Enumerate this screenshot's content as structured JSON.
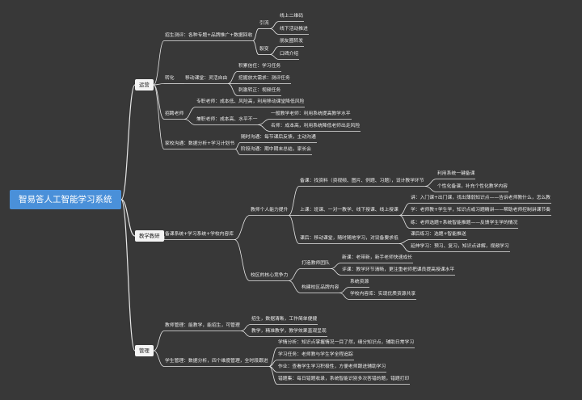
{
  "root": {
    "text": "智易答人工智能学习系统",
    "children": [
      {
        "text": "运营",
        "children": [
          {
            "text": "招生测评：各种专题+品牌推广+数据回收",
            "children": [
              {
                "text": "引流",
                "children": [
                  {
                    "text": "线上二维码"
                  },
                  {
                    "text": "线下活动推进"
                  }
                ]
              },
              {
                "text": "裂变",
                "children": [
                  {
                    "text": "朋友圈转发"
                  },
                  {
                    "text": "口碑介绍"
                  }
                ]
              }
            ]
          },
          {
            "text": "转化",
            "children": [
              {
                "text": "移动课堂：灵活自由",
                "children": [
                  {
                    "text": "积累信任：学习任务"
                  },
                  {
                    "text": "挖掘放大需求：测评任务"
                  },
                  {
                    "text": "刺激转正：视频任务"
                  }
                ]
              }
            ]
          },
          {
            "text": "招聘老师",
            "children": [
              {
                "text": "专职老师：成本低、风险高，利用移动课堂降低风险"
              },
              {
                "text": "兼职老师：成本高、水平不一",
                "children": [
                  {
                    "text": "一般教学老师：利用系统提高教学水平"
                  },
                  {
                    "text": "名师：成本高，利用系统降低老师出走风险"
                  }
                ]
              }
            ]
          },
          {
            "text": "家校沟通：数据分析+学习计划书",
            "children": [
              {
                "text": "随时沟通：每节课后反馈，主动沟通"
              },
              {
                "text": "阶段沟通：期中期末总结，家长会"
              }
            ]
          }
        ]
      },
      {
        "text": "教学教研",
        "children": [
          {
            "text": "备课系统+学习系统+学校内容库",
            "children": [
              {
                "text": "教师个人能力提升",
                "children": [
                  {
                    "text": "备课：找资料（资视频、图片、例题、习题），设计教学环节",
                    "children": [
                      {
                        "text": "利用系统一键备课"
                      },
                      {
                        "text": "个性化备课，补充个性化教学内容"
                      }
                    ]
                  },
                  {
                    "text": "上课：班课、一对一教学、线下授课、线上授课",
                    "children": [
                      {
                        "text": "讲：入门课+出门课，找出薄弱知识点——告诉老师教什么，怎么教"
                      },
                      {
                        "text": "学：老师教+学生学，知识点或习题精讲——帮助老师控制讲课节奏"
                      },
                      {
                        "text": "练：老师选题+系统智能推题——反馈学生学的情况"
                      }
                    ]
                  },
                  {
                    "text": "课后：移动课堂，随时随地学习，对设备要求低",
                    "children": [
                      {
                        "text": "课后练习：选题+智能推送"
                      },
                      {
                        "text": "延伸学习：预习、复习，知识点讲解，视频学习"
                      }
                    ]
                  }
                ]
              },
              {
                "text": "校区的核心竞争力",
                "children": [
                  {
                    "text": "打造教师团队",
                    "children": [
                      {
                        "text": "新课：老带新，新手老师快速成长"
                      },
                      {
                        "text": "评课：教学环节清晰，更注重老师把课良提高授课水平"
                      }
                    ]
                  },
                  {
                    "text": "构建校区品牌内容",
                    "children": [
                      {
                        "text": "系统资源"
                      },
                      {
                        "text": "学校内容库：实现优质资源共享"
                      }
                    ]
                  }
                ]
              }
            ]
          }
        ]
      },
      {
        "text": "管理",
        "children": [
          {
            "text": "教师管理：能教学，能招生，可管理",
            "children": [
              {
                "text": "招生，数据清晰，工作简单便捷"
              },
              {
                "text": "教学，精准教学，教学效果直观呈现"
              }
            ]
          },
          {
            "text": "学生管理：数据分析，四个维度管理，全时段跟进",
            "children": [
              {
                "text": "学情分析：知识点掌握情况一目了然，细分知识点，辅助日常学习"
              },
              {
                "text": "学习任务：老师教与学生学全程追踪"
              },
              {
                "text": "作业：查看学生学习积极性，方便老师跟进辅助学习"
              },
              {
                "text": "错题集：每日错题收录，系统智能识别多次答错的题，错题打印"
              }
            ]
          }
        ]
      }
    ]
  },
  "colors": {
    "background": "#383838",
    "root": "#4a90d9",
    "line": "#e6e6e6",
    "text": "#ececec"
  }
}
